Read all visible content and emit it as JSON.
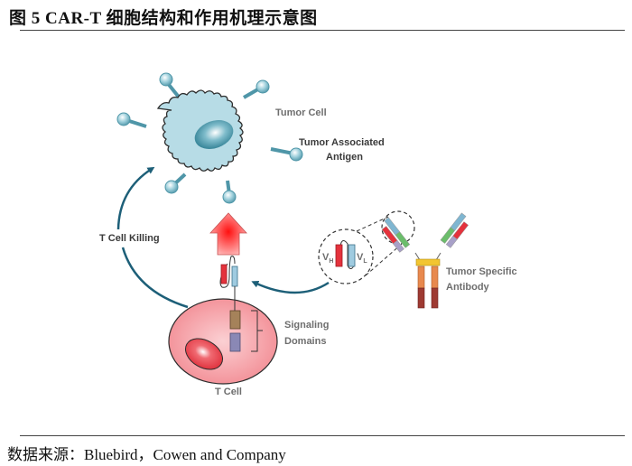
{
  "figure": {
    "title": "图 5 CAR-T 细胞结构和作用机理示意图",
    "source": "数据来源：Bluebird，Cowen and Company"
  },
  "diagram": {
    "labels": {
      "tumor_cell": "Tumor Cell",
      "tumor_antigen_line1": "Tumor Associated",
      "tumor_antigen_line2": "Antigen",
      "t_cell_killing": "T Cell Killing",
      "tumor_antibody_line1": "Tumor Specific",
      "tumor_antibody_line2": "Antibody",
      "signaling_line1": "Signaling",
      "signaling_line2": "Domains",
      "t_cell": "T Cell",
      "vh": "V",
      "vh_sub": "H",
      "vl": "V",
      "vl_sub": "L"
    },
    "colors": {
      "tumor_cell_fill": "#b7dce6",
      "tumor_nucleus": "#3f8fa3",
      "antigen": "#4f96a8",
      "arrow": "#1d5f78",
      "t_cell_fill": "#f49aa0",
      "t_cell_nucleus": "#e43c48",
      "up_arrow": "#ff2a2a",
      "vh_red": "#e4323c",
      "vl_blue": "#7fb6d1",
      "signal_brown": "#9a7a52",
      "signal_purple": "#8080ad",
      "hinge_yellow": "#f2c531",
      "fc_orange": "#e8894e",
      "fc_darkred": "#9e3a32"
    }
  }
}
